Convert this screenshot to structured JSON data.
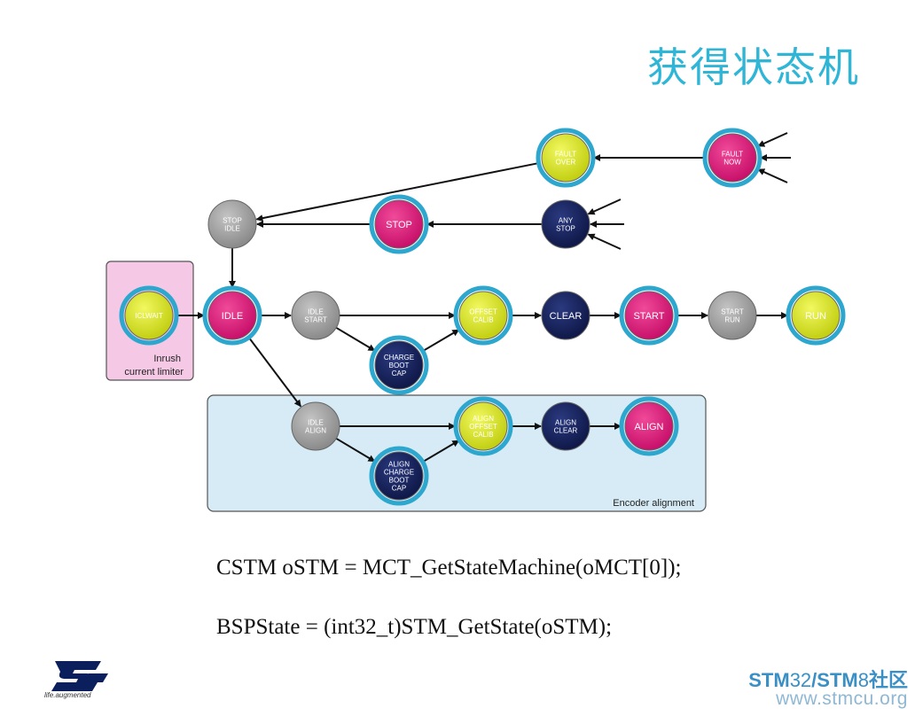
{
  "title": "获得状态机",
  "diagram": {
    "groups": {
      "inrush": "Inrush\ncurrent limiter",
      "encoder": "Encoder alignment"
    },
    "nodes": {
      "fault_over": "FAULT\nOVER",
      "fault_now": "FAULT\nNOW",
      "stop_idle": "STOP\nIDLE",
      "stop": "STOP",
      "any_stop": "ANY\nSTOP",
      "icl_wait": "ICLWAIT",
      "idle": "IDLE",
      "idle_start": "IDLE\nSTART",
      "charge_boot_cap": "CHARGE\nBOOT\nCAP",
      "offset_calib": "OFFSET\nCALIB",
      "clear": "CLEAR",
      "start": "START",
      "start_run": "START\nRUN",
      "run": "RUN",
      "idle_align": "IDLE\nALIGN",
      "align_charge_boot_cap": "ALIGN\nCHARGE\nBOOT\nCAP",
      "align_offset_calib": "ALIGN\nOFFSET\nCALIB",
      "align_clear": "ALIGN\nCLEAR",
      "align": "ALIGN"
    },
    "colors": {
      "yellow": "#d6e21c",
      "magenta": "#e0197a",
      "navy": "#16235e",
      "gray": "#9a9a9a",
      "ring": "#2ea7cf",
      "inrush_bg": "#f5c9e6",
      "encoder_bg": "#d6ebf5"
    }
  },
  "code": {
    "line1": "CSTM oSTM = MCT_GetStateMachine(oMCT[0]);",
    "line2": "BSPState = (int32_t)STM_GetState(oSTM);"
  },
  "footer": {
    "logo_tagline": "life.augmented",
    "brand_a": "STM",
    "brand_b": "32",
    "brand_c": "/STM",
    "brand_d": "8",
    "brand_e": "社区",
    "url": "www.stmcu.org"
  }
}
